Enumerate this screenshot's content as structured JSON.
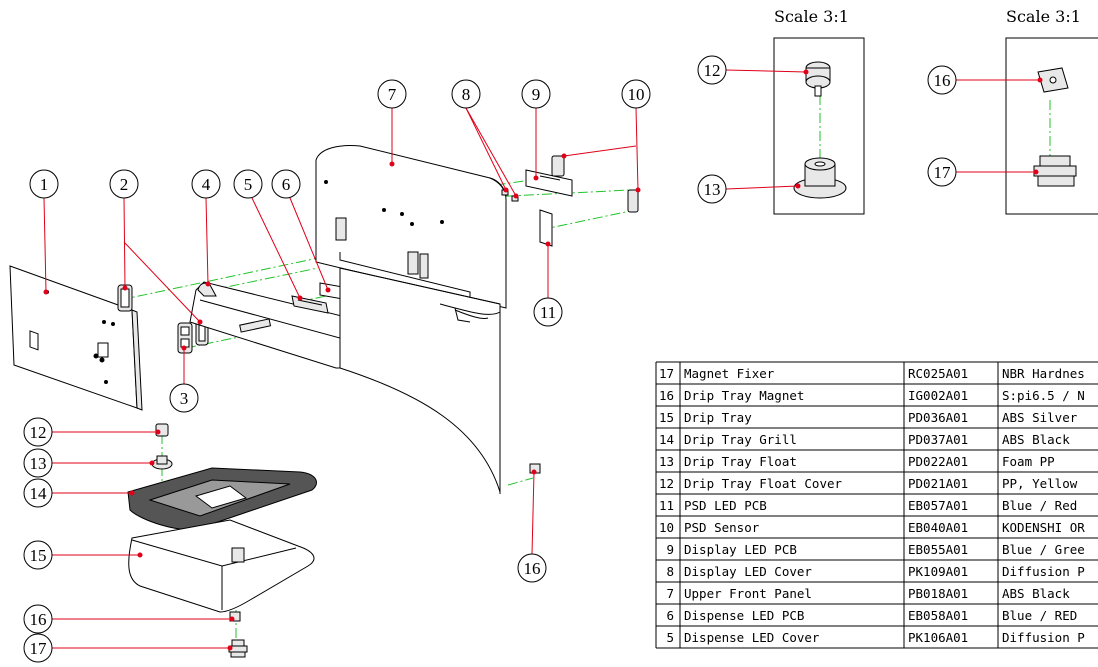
{
  "scale_views": [
    {
      "label": "Scale 3:1",
      "parts": [
        "12",
        "13"
      ]
    },
    {
      "label": "Scale 3:1",
      "parts": [
        "16",
        "17"
      ]
    }
  ],
  "main_callouts": [
    "1",
    "2",
    "3",
    "4",
    "5",
    "6",
    "7",
    "8",
    "9",
    "10",
    "11",
    "12",
    "13",
    "14",
    "15",
    "16",
    "16",
    "17"
  ],
  "bom": {
    "rows": [
      {
        "no": "17",
        "name": "Magnet Fixer",
        "code": "RC025A01",
        "spec": "NBR Hardnes"
      },
      {
        "no": "16",
        "name": "Drip Tray Magnet",
        "code": "IG002A01",
        "spec": "S:pi6.5 / N"
      },
      {
        "no": "15",
        "name": "Drip Tray",
        "code": "PD036A01",
        "spec": "ABS Silver"
      },
      {
        "no": "14",
        "name": "Drip Tray Grill",
        "code": "PD037A01",
        "spec": "ABS Black"
      },
      {
        "no": "13",
        "name": "Drip Tray Float",
        "code": "PD022A01",
        "spec": "Foam PP"
      },
      {
        "no": "12",
        "name": "Drip Tray Float Cover",
        "code": "PD021A01",
        "spec": "PP, Yellow"
      },
      {
        "no": "11",
        "name": "PSD LED PCB",
        "code": "EB057A01",
        "spec": "Blue / Red"
      },
      {
        "no": "10",
        "name": "PSD Sensor",
        "code": "EB040A01",
        "spec": "KODENSHI OR"
      },
      {
        "no": "9",
        "name": "Display LED PCB",
        "code": "EB055A01",
        "spec": "Blue / Gree"
      },
      {
        "no": "8",
        "name": "Display LED Cover",
        "code": "PK109A01",
        "spec": "Diffusion P"
      },
      {
        "no": "7",
        "name": "Upper Front Panel",
        "code": "PB018A01",
        "spec": "ABS Black"
      },
      {
        "no": "6",
        "name": "Dispense LED PCB",
        "code": "EB058A01",
        "spec": "Blue / RED"
      },
      {
        "no": "5",
        "name": "Dispense LED Cover",
        "code": "PK106A01",
        "spec": "Diffusion P"
      }
    ]
  },
  "colors": {
    "leader": "#e0001a",
    "centerline": "#22c32a",
    "ink": "#000000",
    "part_shade": "#e8e8e8"
  }
}
